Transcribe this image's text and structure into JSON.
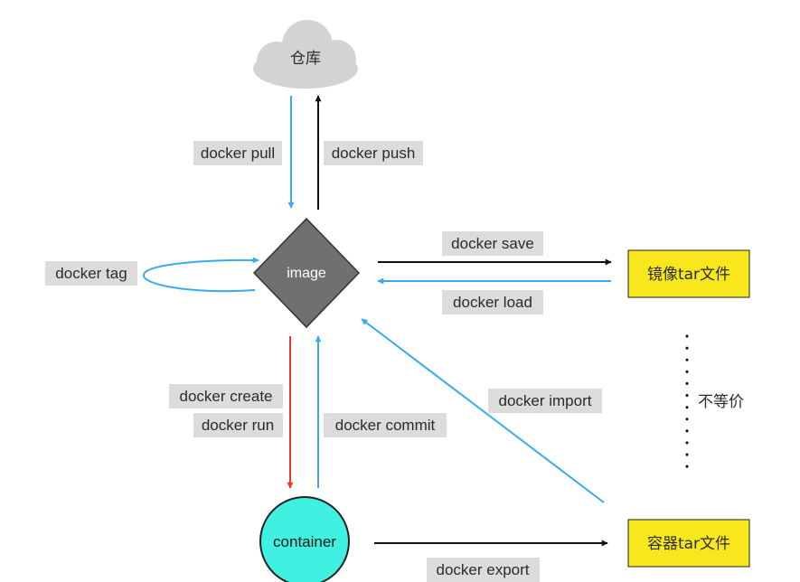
{
  "nodes": {
    "warehouse": "仓库",
    "image": "image",
    "container": "container",
    "image_tar": "镜像tar文件",
    "container_tar": "容器tar文件"
  },
  "commands": {
    "pull": "docker pull",
    "push": "docker push",
    "tag": "docker tag",
    "save": "docker save",
    "load": "docker load",
    "create": "docker create",
    "run": "docker run",
    "commit": "docker commit",
    "import": "docker import",
    "export": "docker export"
  },
  "note": "不等价",
  "colors": {
    "blue_arrow": "#3aaaf0",
    "black_arrow": "#111111",
    "red_arrow": "#e8392d",
    "label_bg": "#dcdcdc",
    "cloud": "#d3d3d3",
    "diamond": "#707070",
    "container_fill": "#40f0e0",
    "tar_fill": "#f8e71c"
  }
}
